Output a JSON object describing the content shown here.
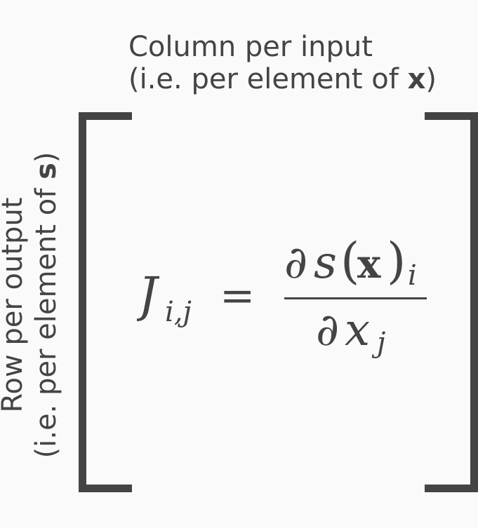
{
  "column_label": {
    "line1": "Column per input",
    "line2_prefix": "(i.e. per element of ",
    "line2_symbol": "x",
    "line2_suffix": ")"
  },
  "row_label": {
    "line1": "Row per output",
    "line2_prefix": "(i.e. per element of ",
    "line2_symbol": "s",
    "line2_suffix": ")"
  },
  "formula": {
    "lhs_symbol": "J",
    "lhs_subscript": "i,j",
    "equals": "=",
    "partial": "∂",
    "numerator_func": "s",
    "numerator_open": "(",
    "numerator_arg": "x",
    "numerator_close": ")",
    "numerator_subscript": "i",
    "denominator_var": "x",
    "denominator_subscript": "j"
  },
  "colors": {
    "ink": "#444444",
    "background": "#fafafa"
  }
}
